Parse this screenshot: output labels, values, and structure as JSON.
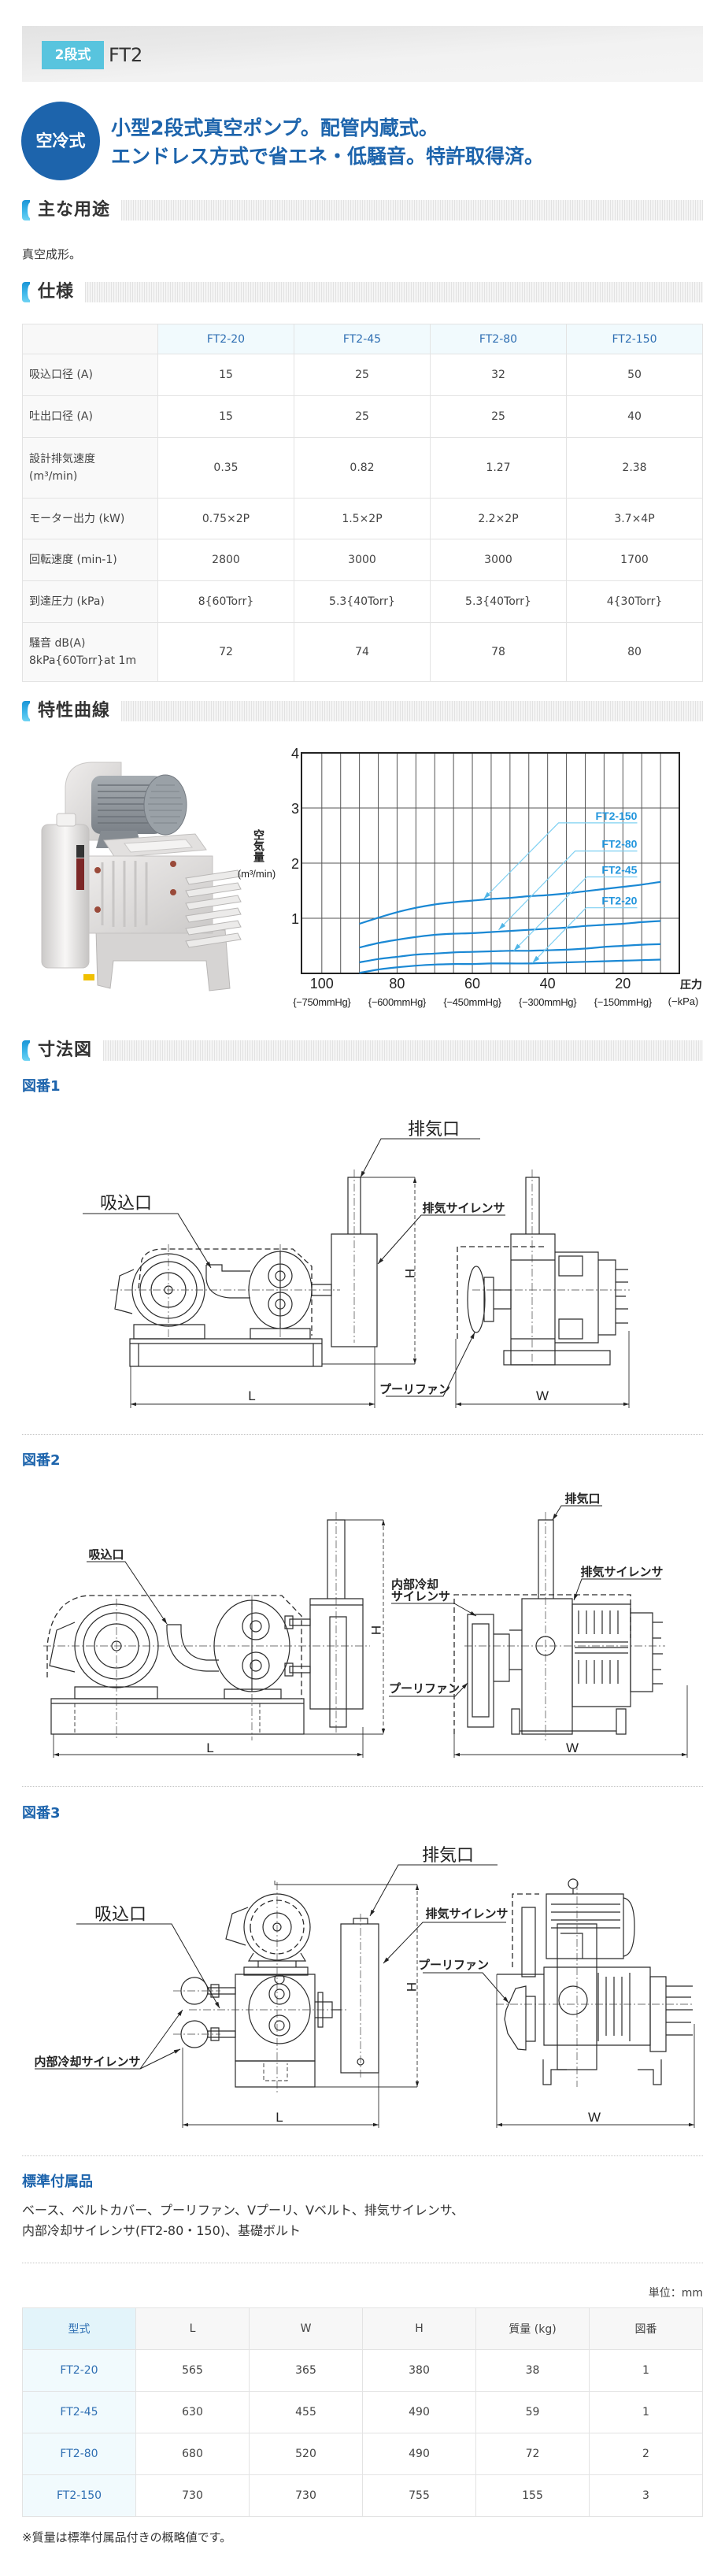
{
  "header": {
    "badge": "2段式",
    "title": "FT2"
  },
  "intro": {
    "badge": "空冷式",
    "lines": [
      "小型2段式真空ポンプ。配管内蔵式。",
      "エンドレス方式で省エネ・低騒音。特許取得済。"
    ]
  },
  "usage": {
    "heading": "主な用途",
    "text": "真空成形。"
  },
  "spec": {
    "heading": "仕様",
    "columns": [
      "FT2-20",
      "FT2-45",
      "FT2-80",
      "FT2-150"
    ],
    "rows": [
      {
        "label": [
          "吸込口径 (A)"
        ],
        "values": [
          "15",
          "25",
          "32",
          "50"
        ]
      },
      {
        "label": [
          "吐出口径 (A)"
        ],
        "values": [
          "15",
          "25",
          "25",
          "40"
        ]
      },
      {
        "label": [
          "設計排気速度",
          "(m³/min)"
        ],
        "values": [
          "0.35",
          "0.82",
          "1.27",
          "2.38"
        ]
      },
      {
        "label": [
          "モーター出力 (kW)"
        ],
        "values": [
          "0.75×2P",
          "1.5×2P",
          "2.2×2P",
          "3.7×4P"
        ]
      },
      {
        "label": [
          "回転速度 (min-1)"
        ],
        "values": [
          "2800",
          "3000",
          "3000",
          "1700"
        ]
      },
      {
        "label": [
          "到達圧力 (kPa)"
        ],
        "values": [
          "8{60Torr}",
          "5.3{40Torr}",
          "5.3{40Torr}",
          "4{30Torr}"
        ]
      },
      {
        "label": [
          "騒音 dB(A)",
          "8kPa{60Torr}at 1m"
        ],
        "values": [
          "72",
          "74",
          "78",
          "80"
        ]
      }
    ]
  },
  "curve": {
    "heading": "特性曲線"
  },
  "chart_data": {
    "type": "line",
    "title": "",
    "xlabel": "圧力",
    "xlabel_unit": "(−kPa)",
    "ylabel": "空気量",
    "ylabel_unit": "(m³/min)",
    "xlim": [
      105.4,
      5
    ],
    "ylim": [
      0,
      4
    ],
    "x_reversed": true,
    "x_ticks": [
      100,
      80,
      60,
      40,
      20
    ],
    "x_tick_sublabels": [
      "{−750mmHg}",
      "{−600mmHg}",
      "{−450mmHg}",
      "{−300mmHg}",
      "{−150mmHg}"
    ],
    "y_ticks": [
      1,
      2,
      3,
      4
    ],
    "grid": {
      "on": true,
      "x_step": 5,
      "y_step": 1
    },
    "legend": "inline labels with leader lines (upper right)",
    "x": [
      90,
      85,
      80,
      75,
      70,
      65,
      60,
      55,
      50,
      45,
      40,
      35,
      30,
      25,
      20,
      15,
      10
    ],
    "series": [
      {
        "name": "FT2-150",
        "values": [
          0.9,
          1.01,
          1.11,
          1.19,
          1.25,
          1.29,
          1.32,
          1.35,
          1.37,
          1.4,
          1.42,
          1.45,
          1.49,
          1.53,
          1.57,
          1.61,
          1.66
        ]
      },
      {
        "name": "FT2-80",
        "values": [
          0.47,
          0.55,
          0.61,
          0.66,
          0.7,
          0.72,
          0.73,
          0.75,
          0.77,
          0.79,
          0.81,
          0.83,
          0.86,
          0.88,
          0.9,
          0.93,
          0.95
        ]
      },
      {
        "name": "FT2-45",
        "values": [
          0.2,
          0.26,
          0.3,
          0.34,
          0.36,
          0.38,
          0.39,
          0.4,
          0.41,
          0.41,
          0.42,
          0.43,
          0.45,
          0.48,
          0.5,
          0.52,
          0.53
        ]
      },
      {
        "name": "FT2-20",
        "values": [
          0.01,
          0.07,
          0.11,
          0.14,
          0.16,
          0.17,
          0.17,
          0.18,
          0.18,
          0.18,
          0.19,
          0.2,
          0.21,
          0.22,
          0.23,
          0.24,
          0.25
        ]
      }
    ],
    "annotations": [
      {
        "text": "FT2-150",
        "target": [
          57,
          1.35
        ],
        "elbow": [
          37.1,
          2.73
        ],
        "label_end": [
          16.2,
          2.73
        ]
      },
      {
        "text": "FT2-80",
        "target": [
          53,
          0.79
        ],
        "elbow": [
          32.7,
          2.22
        ],
        "label_end": [
          16.2,
          2.22
        ]
      },
      {
        "text": "FT2-45",
        "target": [
          49,
          0.41
        ],
        "elbow": [
          29.6,
          1.75
        ],
        "label_end": [
          16.2,
          1.75
        ]
      },
      {
        "text": "FT2-20",
        "target": [
          44,
          0.19
        ],
        "elbow": [
          29.8,
          1.19
        ],
        "label_end": [
          16.2,
          1.19
        ]
      }
    ]
  },
  "dimensions": {
    "heading": "寸法図"
  },
  "drawings": [
    {
      "title": "図番1",
      "labels": {
        "exhaust_port": "排気口",
        "intake_port": "吸込口",
        "exhaust_silencer": "排気サイレンサ",
        "pulley_fan": "プーリファン",
        "dim_l": "L",
        "dim_w": "W",
        "dim_h": "H"
      }
    },
    {
      "title": "図番2",
      "labels": {
        "exhaust_port": "排気口",
        "intake_port": "吸込口",
        "exhaust_silencer": "排気サイレンサ",
        "internal_silencer": [
          "内部冷却",
          "サイレンサ"
        ],
        "pulley_fan": "プーリファン",
        "dim_l": "L",
        "dim_w": "W",
        "dim_h": "H"
      }
    },
    {
      "title": "図番3",
      "labels": {
        "exhaust_port": "排気口",
        "intake_port": "吸込口",
        "exhaust_silencer": "排気サイレンサ",
        "internal_silencer": "内部冷却サイレンサ",
        "pulley_fan": "プーリファン",
        "dim_l": "L",
        "dim_w": "W",
        "dim_h": "H"
      }
    }
  ],
  "accessories": {
    "heading": "標準付属品",
    "lines": [
      "ベース、ベルトカバー、プーリファン、Vプーリ、Vベルト、排気サイレンサ、",
      "内部冷却サイレンサ(FT2-80・150)、基礎ボルト"
    ]
  },
  "dimension_table": {
    "unit": "単位：mm",
    "columns": [
      "型式",
      "L",
      "W",
      "H",
      "質量 (kg)",
      "図番"
    ],
    "rows": [
      [
        "FT2-20",
        "565",
        "365",
        "380",
        "38",
        "1"
      ],
      [
        "FT2-45",
        "630",
        "455",
        "490",
        "59",
        "1"
      ],
      [
        "FT2-80",
        "680",
        "520",
        "490",
        "72",
        "2"
      ],
      [
        "FT2-150",
        "730",
        "730",
        "755",
        "155",
        "3"
      ]
    ],
    "footnote": "※質量は標準付属品付きの概略値です。"
  },
  "colors": {
    "brand_blue": "#1d64ac",
    "badge_cyan": "#58c4de",
    "table_header_text": "#2f6fb3",
    "curve_blue": "#1a88d4",
    "curve_label": "#2396dd",
    "leader_cyan": "#7fd0f2"
  }
}
